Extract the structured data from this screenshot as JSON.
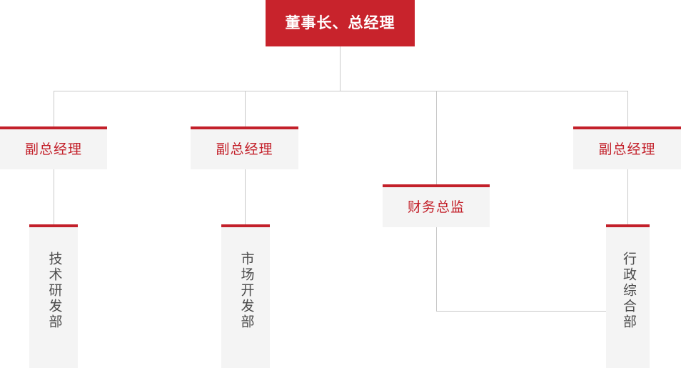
{
  "org_chart": {
    "type": "organization-chart",
    "colors": {
      "primary_red": "#c8232c",
      "accent_red": "#c3202a",
      "box_background": "#f4f4f4",
      "connector": "#c9c9c9",
      "dept_text": "#4d4d4d",
      "top_text": "#ffffff"
    },
    "top": {
      "label": "董事长、总经理"
    },
    "officers": [
      {
        "label": "副总经理"
      },
      {
        "label": "副总经理"
      },
      {
        "label": "副总经理"
      }
    ],
    "finance": {
      "label": "财务总监"
    },
    "departments": [
      {
        "label": "技术研发部"
      },
      {
        "label": "市场开发部"
      },
      {
        "label": "行政综合部"
      }
    ]
  }
}
